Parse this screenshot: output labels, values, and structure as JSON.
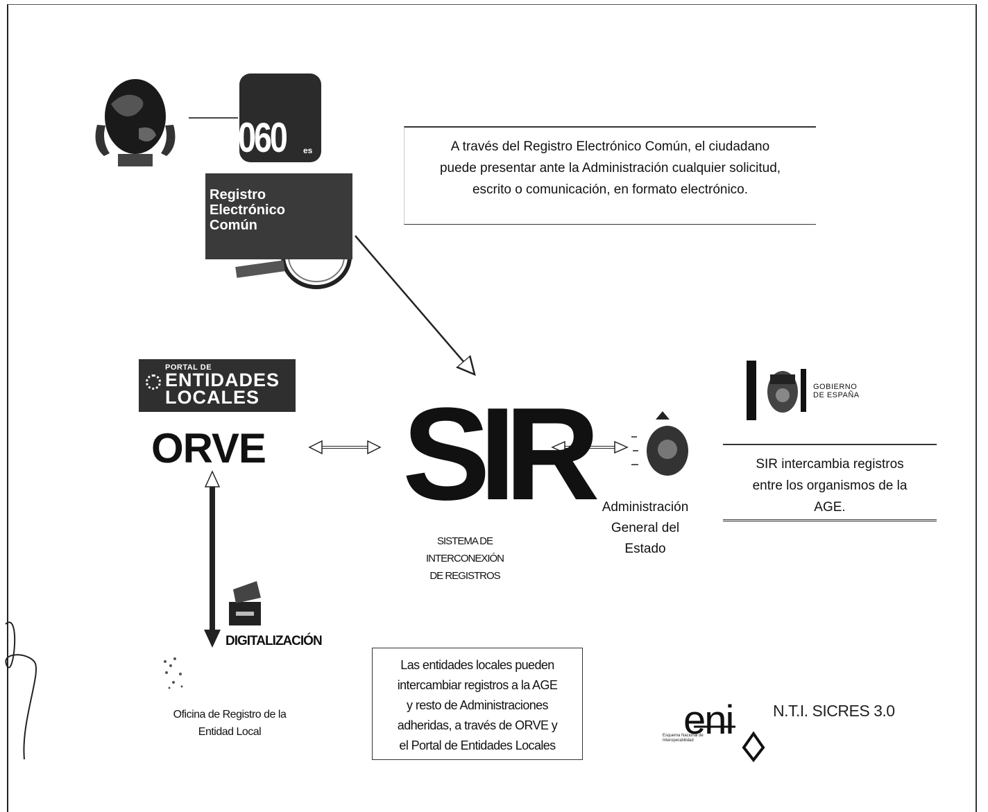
{
  "logo060": {
    "number": "060",
    "suffix": "es"
  },
  "registro_logo": {
    "line1": "Registro",
    "line2": "Electrónico",
    "line3": "Común"
  },
  "top_box": {
    "line1": "A través del Registro Electrónico Común, el ciudadano",
    "line2": "puede presentar ante la Administración cualquier solicitud,",
    "line3": "escrito o comunicación, en formato electrónico."
  },
  "portal_logo": {
    "small": "PORTAL DE",
    "line1": "ENTIDADES",
    "line2": "LOCALES"
  },
  "orve": {
    "text": "ORVE"
  },
  "sir": {
    "letters": "SIR",
    "caption_line1": "SISTEMA DE",
    "caption_line2": "INTERCONEXIÓN",
    "caption_line3": "DE REGISTROS"
  },
  "admin": {
    "line1": "Administración",
    "line2": "General del",
    "line3": "Estado"
  },
  "gobierno": {
    "line1": "GOBIERNO",
    "line2": "DE ESPAÑA"
  },
  "right_box": {
    "line1": "SIR intercambia registros",
    "line2": "entre los organismos de la",
    "line3": "AGE."
  },
  "digitalizacion": {
    "label": "DIGITALIZACIÓN"
  },
  "oficina": {
    "line1": "Oficina de Registro de la",
    "line2": "Entidad Local"
  },
  "bottom_box": {
    "line1": "Las entidades locales pueden",
    "line2": "intercambiar registros a la AGE",
    "line3": "y resto de Administraciones",
    "line4": "adheridas, a través de ORVE y",
    "line5": "el Portal de Entidades Locales"
  },
  "eni": {
    "logo": "eni",
    "sub1": "Esquema Nacional de",
    "sub2": "Interoperabilidad"
  },
  "nti": {
    "text": "N.T.I. SICRES 3.0"
  }
}
